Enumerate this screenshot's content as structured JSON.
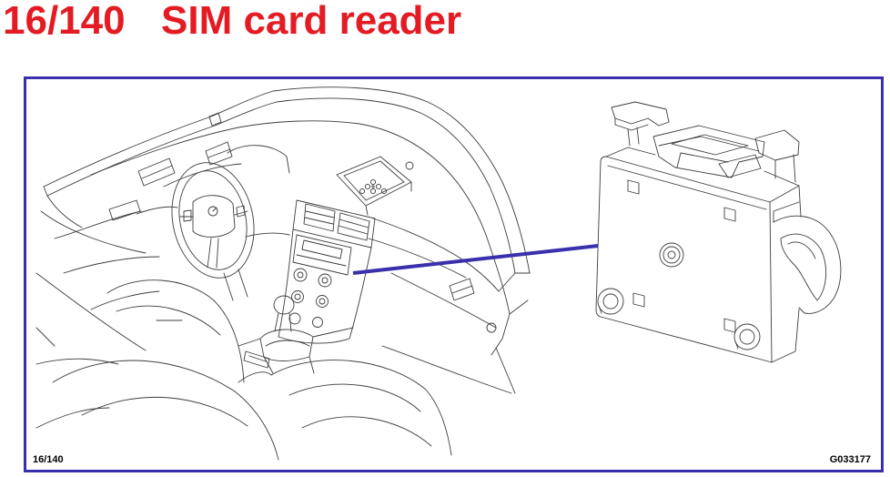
{
  "title": {
    "number": "16/140",
    "text": "SIM card reader"
  },
  "footer": {
    "page_ref": "16/140",
    "figure_id": "G033177"
  },
  "colors": {
    "title": "#e41b23",
    "frame": "#3a2fac",
    "callout_line": "#3a2fac",
    "line_art": "#3d3d3d",
    "background": "#ffffff"
  },
  "illustrations": {
    "overview": "car-interior-icon",
    "detail": "sim-card-reader-icon"
  }
}
